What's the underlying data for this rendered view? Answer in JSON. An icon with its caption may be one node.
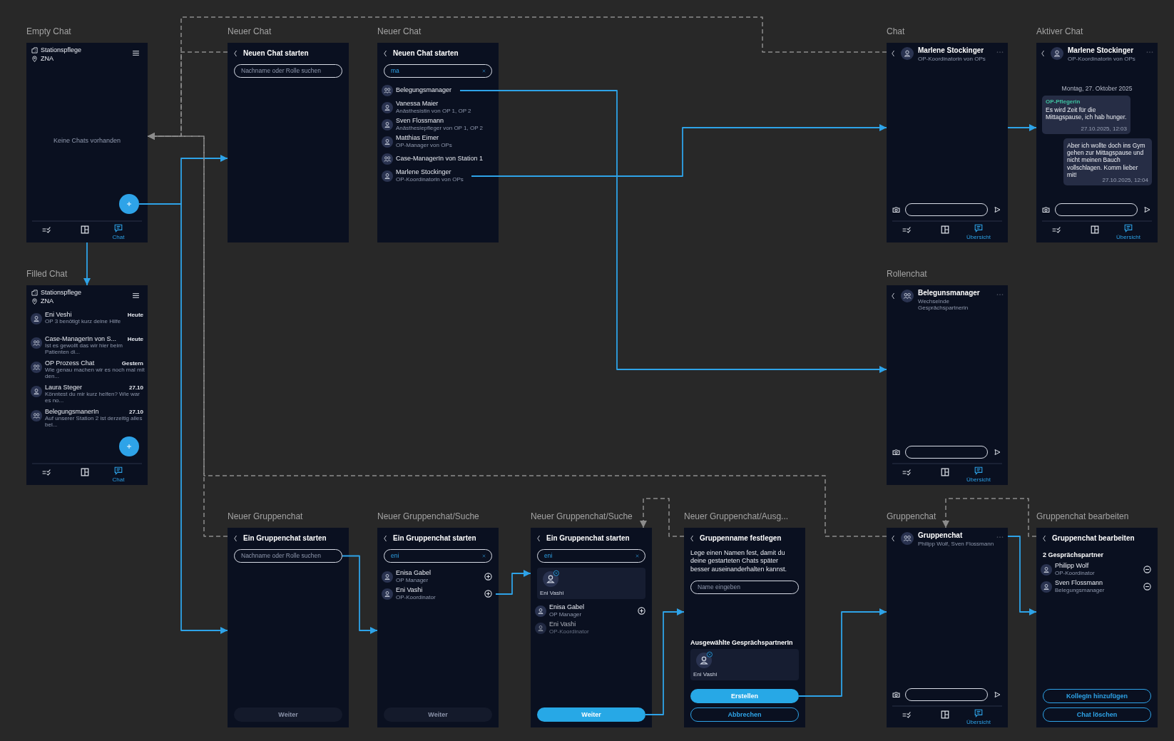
{
  "diagram": {
    "nodes": [
      {
        "text": [
          "Empty Chat",
          "Stationspflege",
          "ZNA",
          "Keine Chats vorhanden",
          "Chat"
        ]
      },
      {
        "text": [],
        "shape": "circle",
        "in": 0
      },
      {
        "text": [
          "Filled Chat",
          "Stationspflege",
          "ZNA",
          "Chat"
        ]
      },
      {
        "text": [
          "Eni Veshi",
          "Heute",
          "OP 3 benötigt kurz deine Hilfe"
        ],
        "in": 2
      },
      {
        "text": [
          "Case-ManagerIn von S...",
          "Heute",
          "Ist es gewollt das wir hier beim Patienten di..."
        ],
        "in": 2
      },
      {
        "text": [
          "OP Prozess Chat",
          "Gestern",
          "Wie genau machen wir es noch mal mit den..."
        ],
        "in": 2
      },
      {
        "text": [
          "Laura Steger",
          "27.10",
          "Könntest du mir kurz helfen? Wie war es no..."
        ],
        "in": 2
      },
      {
        "text": [
          "BelegungsmanerIn",
          "27.10",
          "Auf unserer Station 2 ist derzeitig alles bel..."
        ],
        "in": 2
      },
      {
        "text": [],
        "shape": "circle",
        "in": 2
      },
      {
        "text": [
          "Neuer Chat",
          "Neuen Chat starten"
        ]
      },
      {
        "text": [
          "Nachname oder Rolle suchen"
        ],
        "in": 9
      },
      {
        "text": [
          "Neuer Chat",
          "Neuen Chat starten"
        ]
      },
      {
        "text": [
          "ma"
        ],
        "in": 11
      },
      {
        "text": [
          "Belegungsmanager"
        ],
        "in": 11
      },
      {
        "text": [
          "Vanessa Maier",
          "Anästhesistin von OP 1, OP 2"
        ],
        "in": 11
      },
      {
        "text": [
          "Sven Flossmann",
          "Anästhesiepfleger von OP 1, OP 2"
        ],
        "in": 11
      },
      {
        "text": [
          "Matthias Eimer",
          "OP-Manager von OPs"
        ],
        "in": 11
      },
      {
        "text": [
          "Case-ManagerIn von Station 1"
        ],
        "in": 11
      },
      {
        "text": [
          "Marlene Stockinger",
          "OP-Koordinatorin von OPs"
        ],
        "in": 11
      },
      {
        "text": [
          "Chat",
          "Marlene Stockinger",
          "OP-Koordinatorin von OPs",
          "Übersicht"
        ]
      },
      {
        "text": [
          "Aktiver Chat",
          "Marlene Stockinger",
          "OP-Koordinatorin von OPs",
          "Montag, 27. Oktober 2025",
          "Übersicht"
        ]
      },
      {
        "text": [
          "OP-Pflegerin",
          "Es wird Zeit für die Mittagspause, ich hab hunger.",
          "27.10.2025, 12:03"
        ],
        "in": 20
      },
      {
        "text": [
          "Aber ich wollte doch ins Gym gehen zur Mittagspause und nicht meinen Bauch vollschlagen. Komm lieber mit!",
          "27.10.2025, 12:04"
        ],
        "in": 20
      },
      {
        "text": [
          "Rollenchat",
          "Belegunsmanager",
          "Wechselnde Gesprächspartnerin",
          "Übersicht"
        ]
      },
      {
        "text": [
          "Neuer Gruppenchat",
          "Ein Gruppenchat starten"
        ]
      },
      {
        "text": [
          "Nachname oder Rolle suchen"
        ],
        "in": 24
      },
      {
        "text": [
          "Weiter"
        ],
        "in": 24
      },
      {
        "text": [
          "Neuer Gruppenchat/Suche",
          "Ein Gruppenchat starten"
        ]
      },
      {
        "text": [
          "eni"
        ],
        "in": 27
      },
      {
        "text": [
          "Enisa Gabel",
          "OP Manager"
        ],
        "in": 27
      },
      {
        "text": [
          "Eni Vashi",
          "OP-Koordinator"
        ],
        "in": 27
      },
      {
        "text": [
          "Weiter"
        ],
        "in": 27
      },
      {
        "text": [
          "Neuer Gruppenchat/Suche",
          "Ein Gruppenchat starten"
        ]
      },
      {
        "text": [
          "eni"
        ],
        "in": 32
      },
      {
        "text": [
          "Eni Vashi"
        ],
        "in": 32
      },
      {
        "text": [
          "Enisa Gabel",
          "OP Manager"
        ],
        "in": 32
      },
      {
        "text": [
          "Eni Vashi",
          "OP-Koordinator"
        ],
        "in": 32
      },
      {
        "text": [
          "Weiter"
        ],
        "in": 32
      },
      {
        "text": [
          "Neuer Gruppenchat/Ausg...",
          "Gruppenname festlegen",
          "Lege einen Namen fest, damit du deine gestarteten Chats später besser auseinanderhalten kannst.",
          "Ausgewählte GesprächspartnerIn"
        ]
      },
      {
        "text": [
          "Name eingeben"
        ],
        "in": 38
      },
      {
        "text": [
          "Eni Vashi"
        ],
        "in": 38
      },
      {
        "text": [
          "Erstellen"
        ],
        "in": 38
      },
      {
        "text": [
          "Abbrechen"
        ],
        "in": 38
      },
      {
        "text": [
          "Gruppenchat",
          "Gruppenchat",
          "Philipp Wolf, Sven Flossmann",
          "Übersicht"
        ]
      },
      {
        "text": [
          "Gruppenchat bearbeiten",
          "Gruppenchat bearbeiten",
          "2 Gesprächspartner"
        ]
      },
      {
        "text": [
          "Philipp Wolf",
          "OP-Koordinator"
        ],
        "in": 44
      },
      {
        "text": [
          "Sven Flossmann",
          "Belegungsmanager"
        ],
        "in": 44
      },
      {
        "text": [
          "KollegIn hinzufügen"
        ],
        "in": 44
      },
      {
        "text": [
          "Chat löschen"
        ],
        "in": 44
      }
    ],
    "edges": [
      {
        "from": 1,
        "to": 9,
        "arrow": "to"
      },
      {
        "from": 1,
        "to": 24,
        "arrow": "to"
      },
      {
        "from": 0,
        "to": 2,
        "arrow": "to"
      },
      {
        "from": 13,
        "to": 23,
        "arrow": "to"
      },
      {
        "from": 18,
        "to": 19,
        "arrow": "to"
      },
      {
        "from": 19,
        "to": 20,
        "arrow": "to"
      },
      {
        "from": 25,
        "to": 27,
        "arrow": "to"
      },
      {
        "from": 30,
        "to": 32,
        "arrow": "to"
      },
      {
        "from": 37,
        "to": 38,
        "arrow": "to"
      },
      {
        "from": 41,
        "to": 43,
        "arrow": "to"
      },
      {
        "from": 43,
        "to": 44,
        "arrow": "to"
      },
      {
        "from": 9,
        "to": 0,
        "arrow": "to",
        "style": "dashed",
        "color": "#8c8c8c"
      },
      {
        "from": 19,
        "to": 0,
        "arrow": "to",
        "style": "dashed",
        "color": "#8c8c8c"
      },
      {
        "from": 24,
        "to": 0,
        "arrow": "to",
        "style": "dashed",
        "color": "#8c8c8c"
      },
      {
        "from": 43,
        "to": 0,
        "arrow": "to",
        "style": "dashed",
        "color": "#8c8c8c"
      },
      {
        "from": 38,
        "to": 32,
        "arrow": "to",
        "style": "dashed",
        "color": "#8c8c8c"
      },
      {
        "from": 44,
        "to": 43,
        "arrow": "to",
        "style": "dashed",
        "color": "#8c8c8c"
      }
    ]
  }
}
